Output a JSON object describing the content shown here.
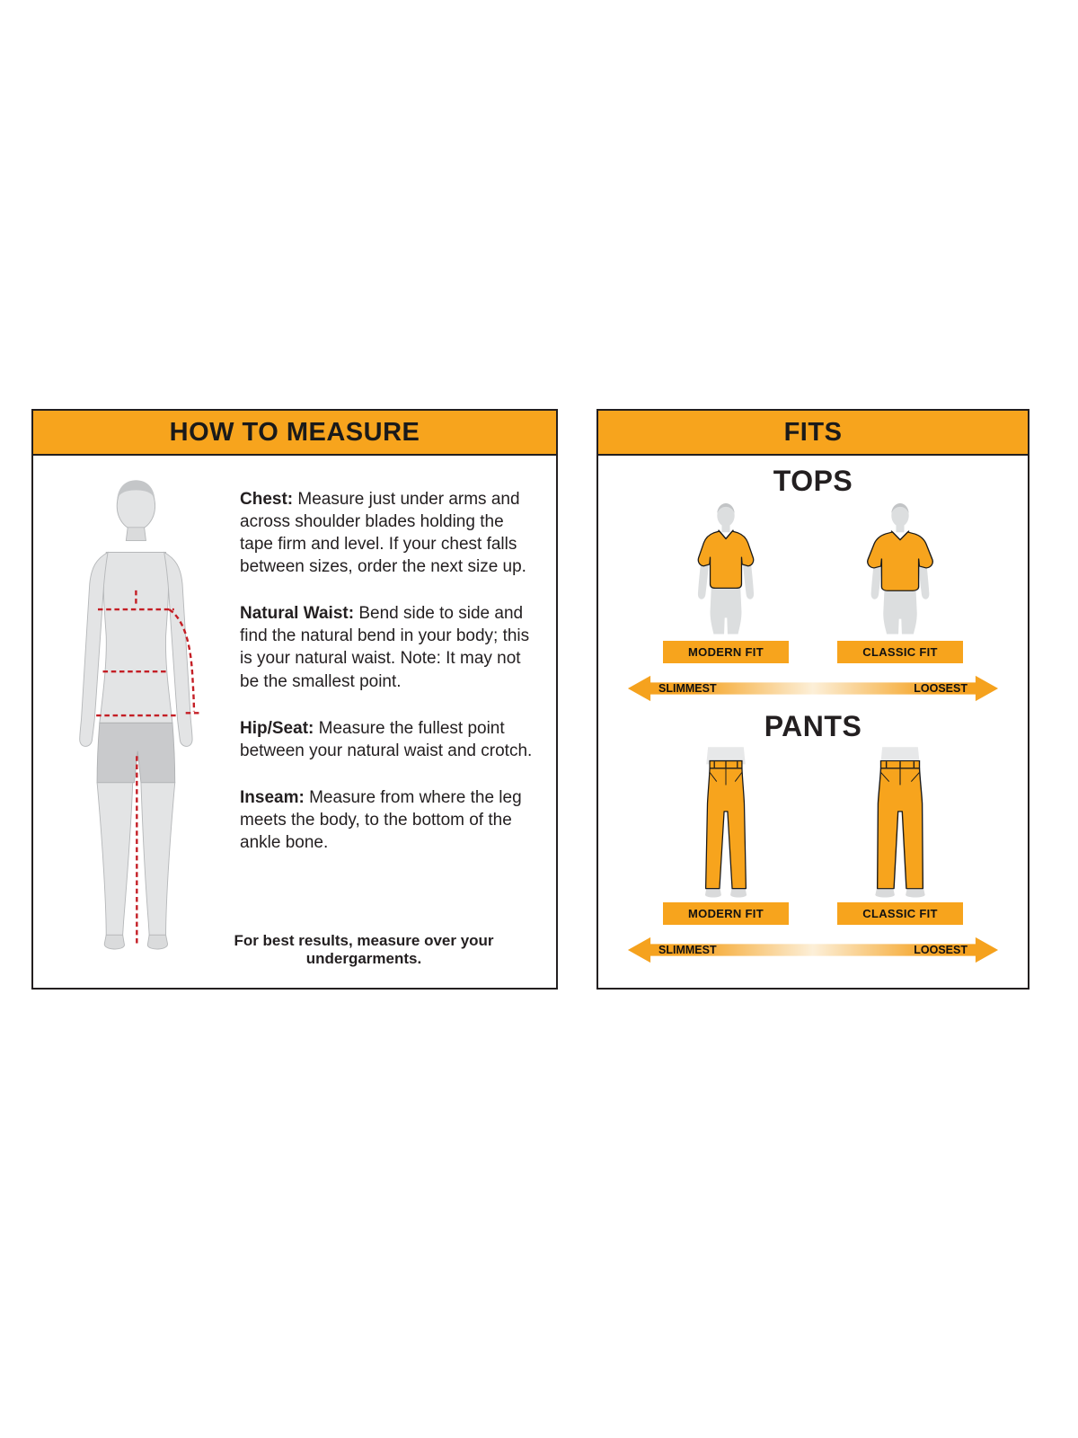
{
  "colors": {
    "accent_yellow": "#F7A41D",
    "panel_border": "#231F20",
    "text_black": "#231F20",
    "measure_line_red": "#C41E25",
    "figure_gray": "#E3E4E5"
  },
  "how_to_measure": {
    "title": "HOW TO MEASURE",
    "sections": [
      {
        "label": "Chest:",
        "text": "Measure just under arms and across shoulder blades holding the tape firm and level. If your chest falls between sizes, order the next size up."
      },
      {
        "label": "Natural Waist:",
        "text": "Bend side to side and find the natural bend in your body; this is your natural waist. Note: It may not be the smallest point."
      },
      {
        "label": "Hip/Seat:",
        "text": "Measure the fullest point between your natural waist and crotch."
      },
      {
        "label": "Inseam:",
        "text": "Measure from where the leg meets the body, to the bottom of the ankle bone."
      }
    ],
    "footnote": "For best results, measure over your undergarments."
  },
  "fits": {
    "title": "FITS",
    "tops": {
      "heading": "TOPS",
      "fit_labels": [
        "MODERN FIT",
        "CLASSIC FIT"
      ],
      "scale_left": "SLIMMEST",
      "scale_right": "LOOSEST"
    },
    "pants": {
      "heading": "PANTS",
      "fit_labels": [
        "MODERN FIT",
        "CLASSIC FIT"
      ],
      "scale_left": "SLIMMEST",
      "scale_right": "LOOSEST"
    }
  }
}
